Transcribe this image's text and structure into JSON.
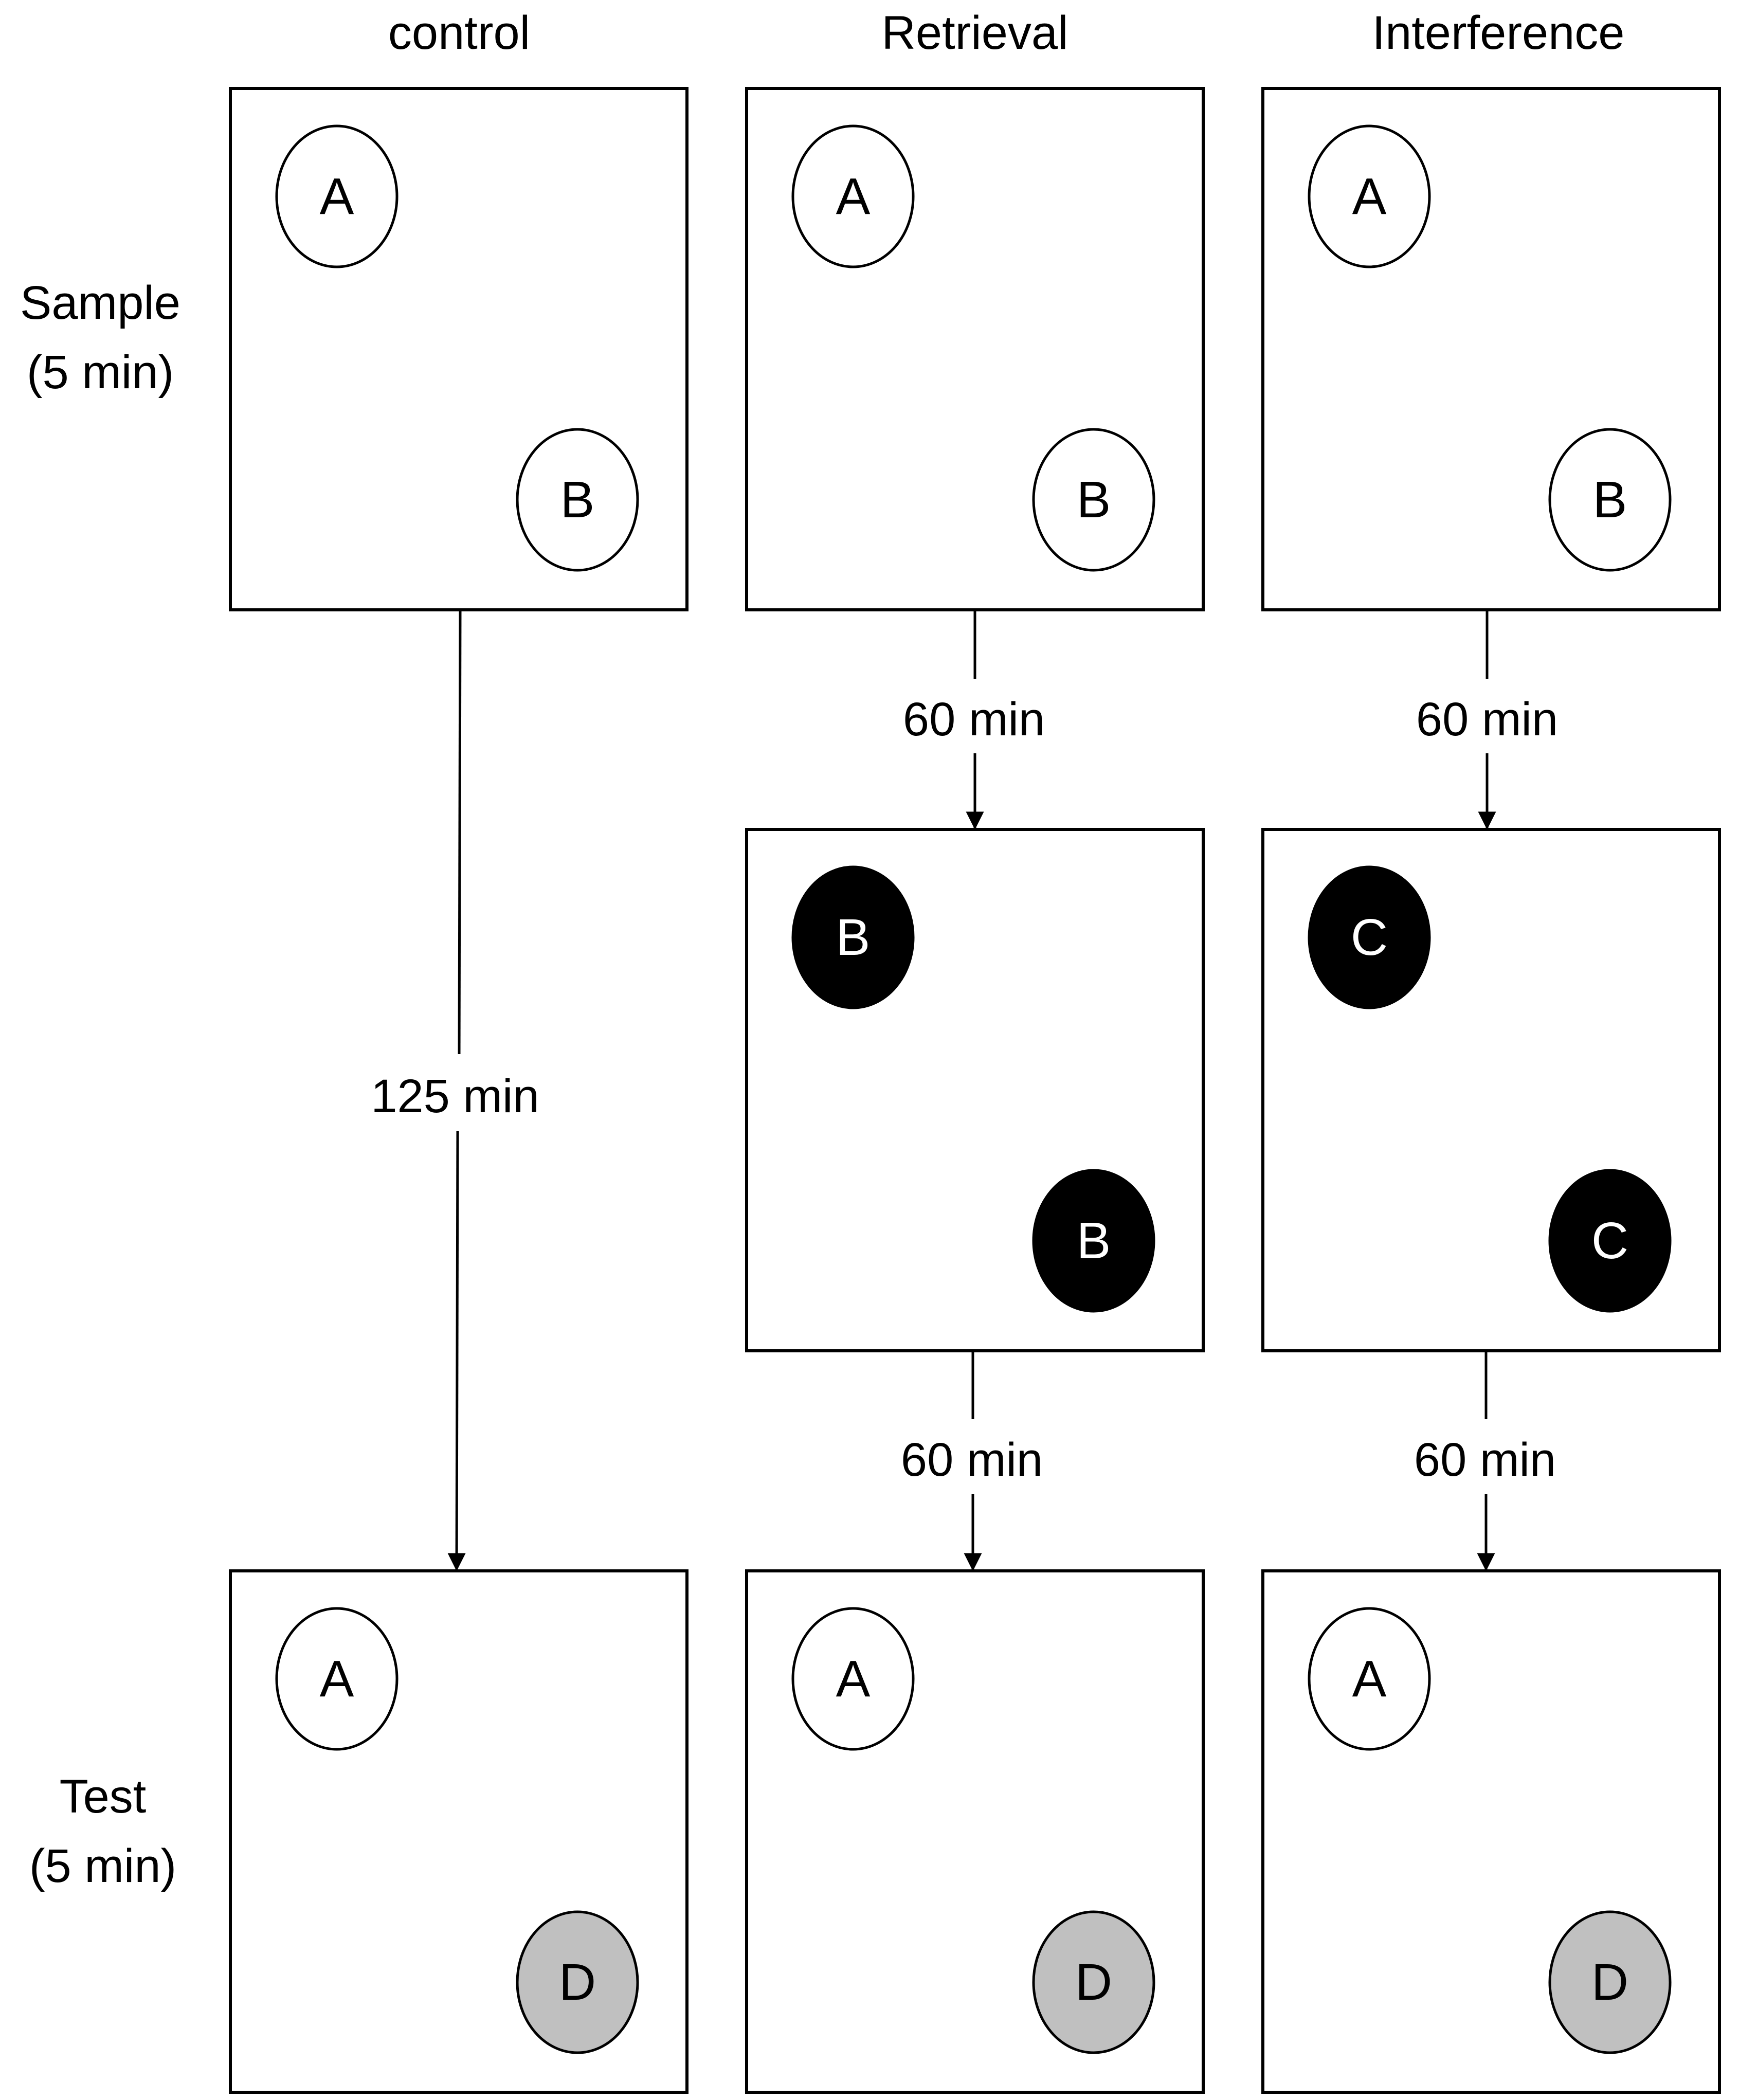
{
  "columns": [
    "control",
    "Retrieval",
    "Interference"
  ],
  "rows": [
    {
      "line1": "Sample",
      "line2": "(5 min)"
    },
    {
      "line1": "Test",
      "line2": "(5 min)"
    }
  ],
  "colors": {
    "sample_object": "#ffffff",
    "interference_object": "#000000",
    "novel_object": "#c0c0c0",
    "stroke": "#000000"
  },
  "boxes": {
    "control_sample": {
      "objects": [
        "A",
        "B"
      ],
      "fill": "sample_object"
    },
    "retrieval_sample": {
      "objects": [
        "A",
        "B"
      ],
      "fill": "sample_object"
    },
    "interference_sample": {
      "objects": [
        "A",
        "B"
      ],
      "fill": "sample_object"
    },
    "retrieval_middle": {
      "objects": [
        "B",
        "B"
      ],
      "fill": "interference_object"
    },
    "interference_middle": {
      "objects": [
        "C",
        "C"
      ],
      "fill": "interference_object"
    },
    "control_test": {
      "objects": [
        "A",
        "D"
      ],
      "fills": [
        "sample_object",
        "novel_object"
      ]
    },
    "retrieval_test": {
      "objects": [
        "A",
        "D"
      ],
      "fills": [
        "sample_object",
        "novel_object"
      ]
    },
    "interference_test": {
      "objects": [
        "A",
        "D"
      ],
      "fills": [
        "sample_object",
        "novel_object"
      ]
    }
  },
  "intervals": {
    "control": "125 min",
    "retrieval_1": "60 min",
    "retrieval_2": "60 min",
    "interference_1": "60 min",
    "interference_2": "60 min"
  }
}
